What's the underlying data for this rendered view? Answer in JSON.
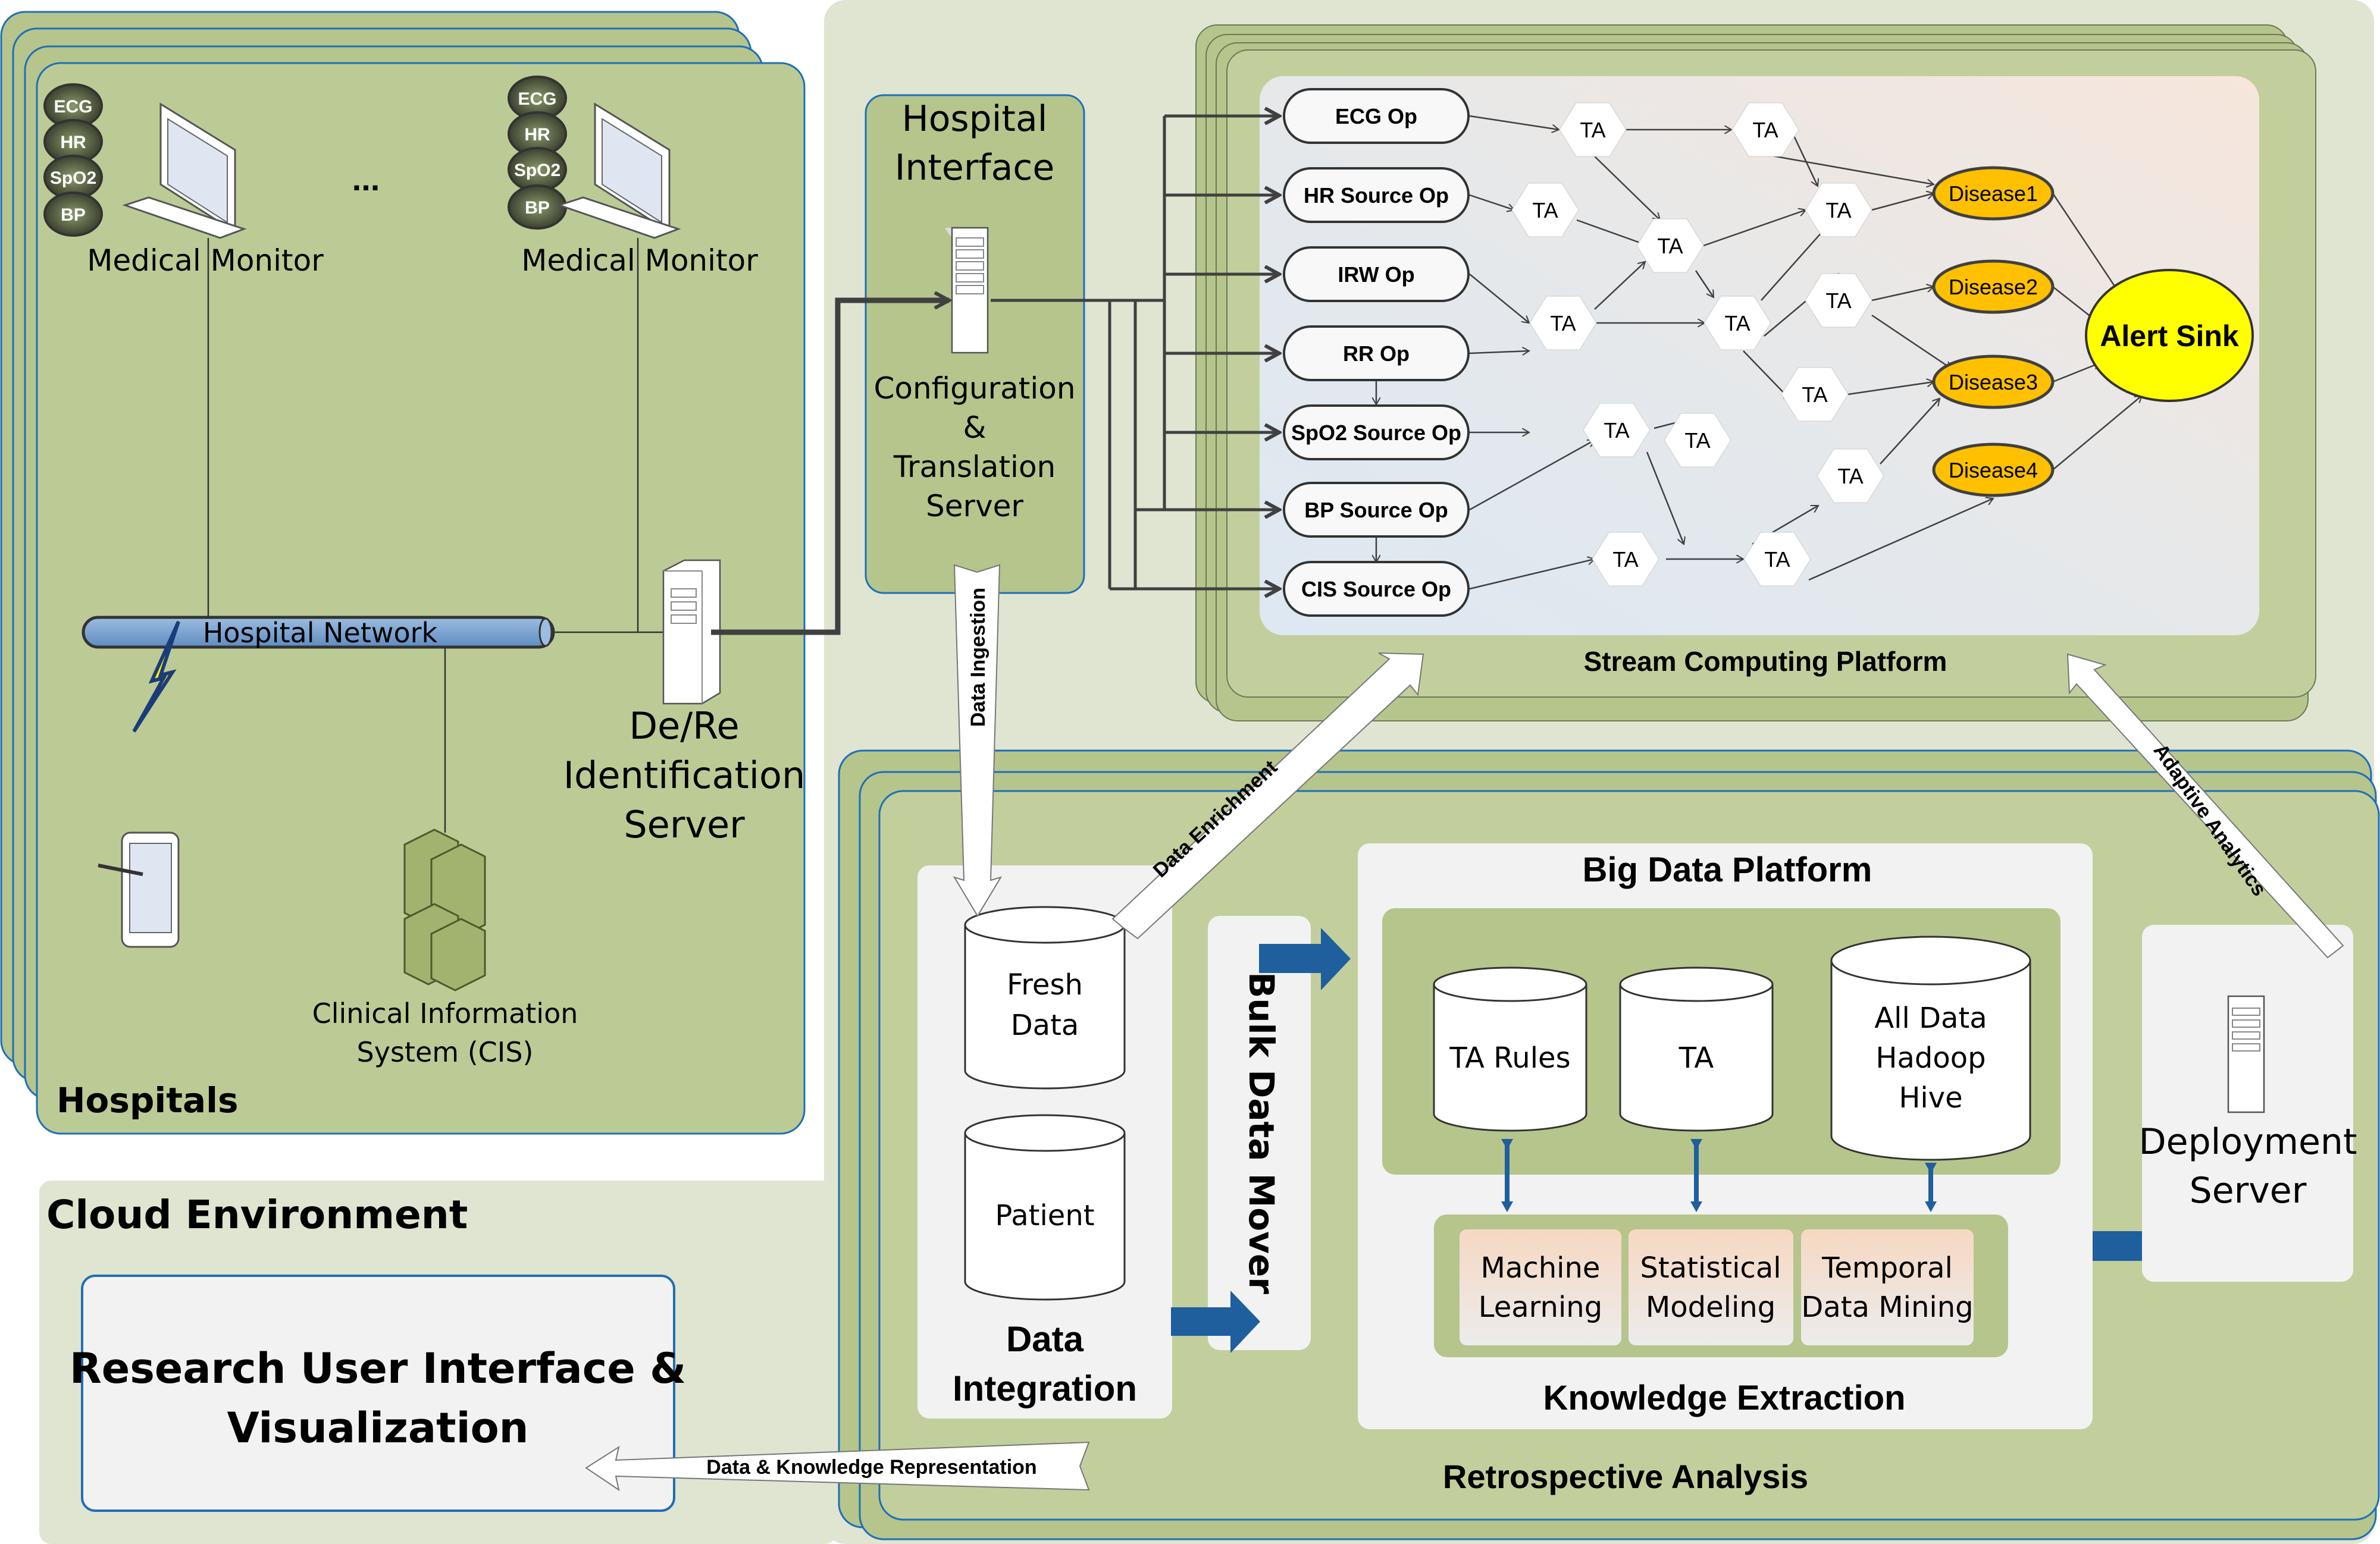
{
  "hospitals": {
    "label": "Hospitals",
    "monitors": [
      {
        "label": "Medical Monitor",
        "signals": [
          "ECG",
          "HR",
          "SpO2",
          "BP"
        ]
      },
      {
        "label": "Medical Monitor",
        "signals": [
          "ECG",
          "HR",
          "SpO2",
          "BP"
        ]
      }
    ],
    "ellipsis": "...",
    "network_label": "Hospital Network",
    "deid_server": [
      "De/Re",
      "Identification",
      "Server"
    ],
    "cis": [
      "Clinical Information",
      "System (CIS)"
    ]
  },
  "cloud": {
    "label": "Cloud Environment",
    "research_ui": [
      "Research User Interface &",
      "Visualization"
    ]
  },
  "hospital_interface": {
    "title": [
      "Hospital",
      "Interface"
    ],
    "server": [
      "Configuration",
      "&",
      "Translation",
      "Server"
    ]
  },
  "stream": {
    "label": "Stream Computing Platform",
    "operators": [
      "ECG Op",
      "HR Source Op",
      "IRW Op",
      "RR Op",
      "SpO2 Source Op",
      "BP Source Op",
      "CIS Source Op"
    ],
    "ta_label": "TA",
    "diseases": [
      "Disease1",
      "Disease2",
      "Disease3",
      "Disease4"
    ],
    "sink": "Alert Sink"
  },
  "arrows": {
    "ingestion": "Data Ingestion",
    "enrichment": "Data Enrichment",
    "adaptive": "Adaptive Analytics",
    "representation": "Data & Knowledge Representation"
  },
  "retro": {
    "label": "Retrospective Analysis",
    "data_integration": {
      "title": [
        "Data",
        "Integration"
      ],
      "stores": [
        [
          "Fresh",
          "Data"
        ],
        [
          "Patient"
        ]
      ]
    },
    "bulk_mover": "Bulk Data Mover",
    "big_data": {
      "title": "Big Data Platform",
      "stores": [
        [
          "TA Rules"
        ],
        [
          "TA"
        ],
        [
          "All Data",
          "Hadoop",
          "Hive"
        ]
      ]
    },
    "knowledge": {
      "title": "Knowledge Extraction",
      "methods": [
        [
          "Machine",
          "Learning"
        ],
        [
          "Statistical",
          "Modeling"
        ],
        [
          "Temporal",
          "Data Mining"
        ]
      ]
    },
    "deployment": [
      "Deployment",
      "Server"
    ]
  },
  "colors": {
    "green": "#b5c58c",
    "light_green": "#dfe5d1",
    "blue_border": "#1f6fb8",
    "disease": "#ffc000",
    "sink": "#ffff00",
    "arrow_blue": "#1f5f9e"
  }
}
